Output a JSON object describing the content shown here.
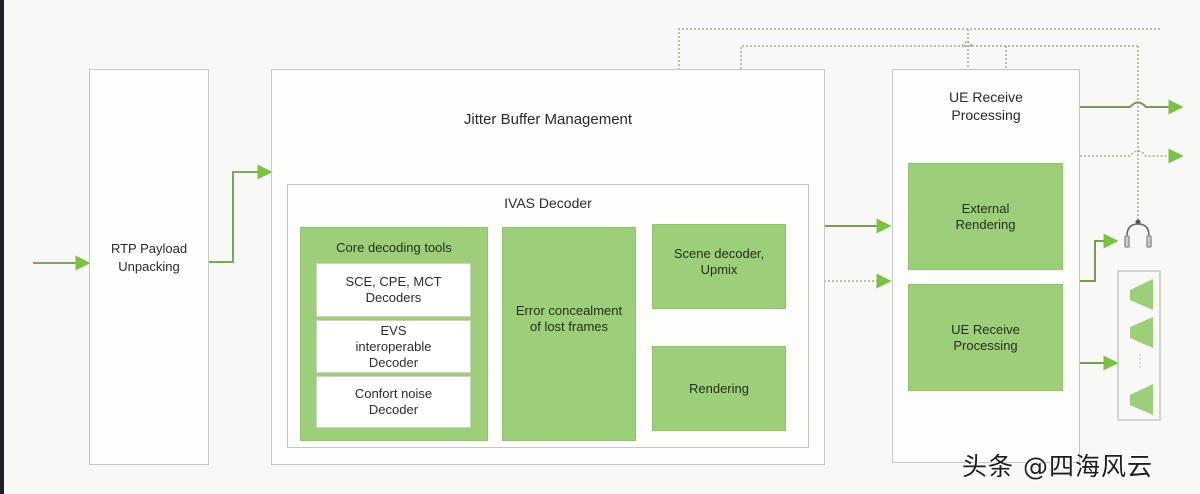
{
  "diagram": {
    "colors": {
      "accent": "#7cc242",
      "block_fill": "#9dce7a",
      "frame_border": "#c5c9bf"
    },
    "blocks": {
      "rtp": {
        "label": "RTP Payload Unpacking"
      },
      "jbm": {
        "label": "Jitter Buffer Management"
      },
      "ivas": {
        "label": "IVAS Decoder"
      },
      "core": {
        "label": "Core decoding tools",
        "items": [
          {
            "label": "SCE, CPE, MCT Decoders"
          },
          {
            "label": "EVS interoperable Decoder"
          },
          {
            "label": "Confort noise Decoder"
          }
        ]
      },
      "error": {
        "label": "Error concealment of lost frames"
      },
      "scene": {
        "label": "Scene decoder, Upmix"
      },
      "rendering": {
        "label": "Rendering"
      },
      "ue_outer": {
        "label": "UE Receive Processing"
      },
      "external_rendering": {
        "label": "External Rendering"
      },
      "ue_inner": {
        "label": "UE Receive Processing"
      }
    },
    "outputs": [
      {
        "icon": "headphones-icon"
      },
      {
        "icon": "loudspeaker-array-icon",
        "separator": "..."
      }
    ]
  },
  "watermark": "头条 @四海风云"
}
